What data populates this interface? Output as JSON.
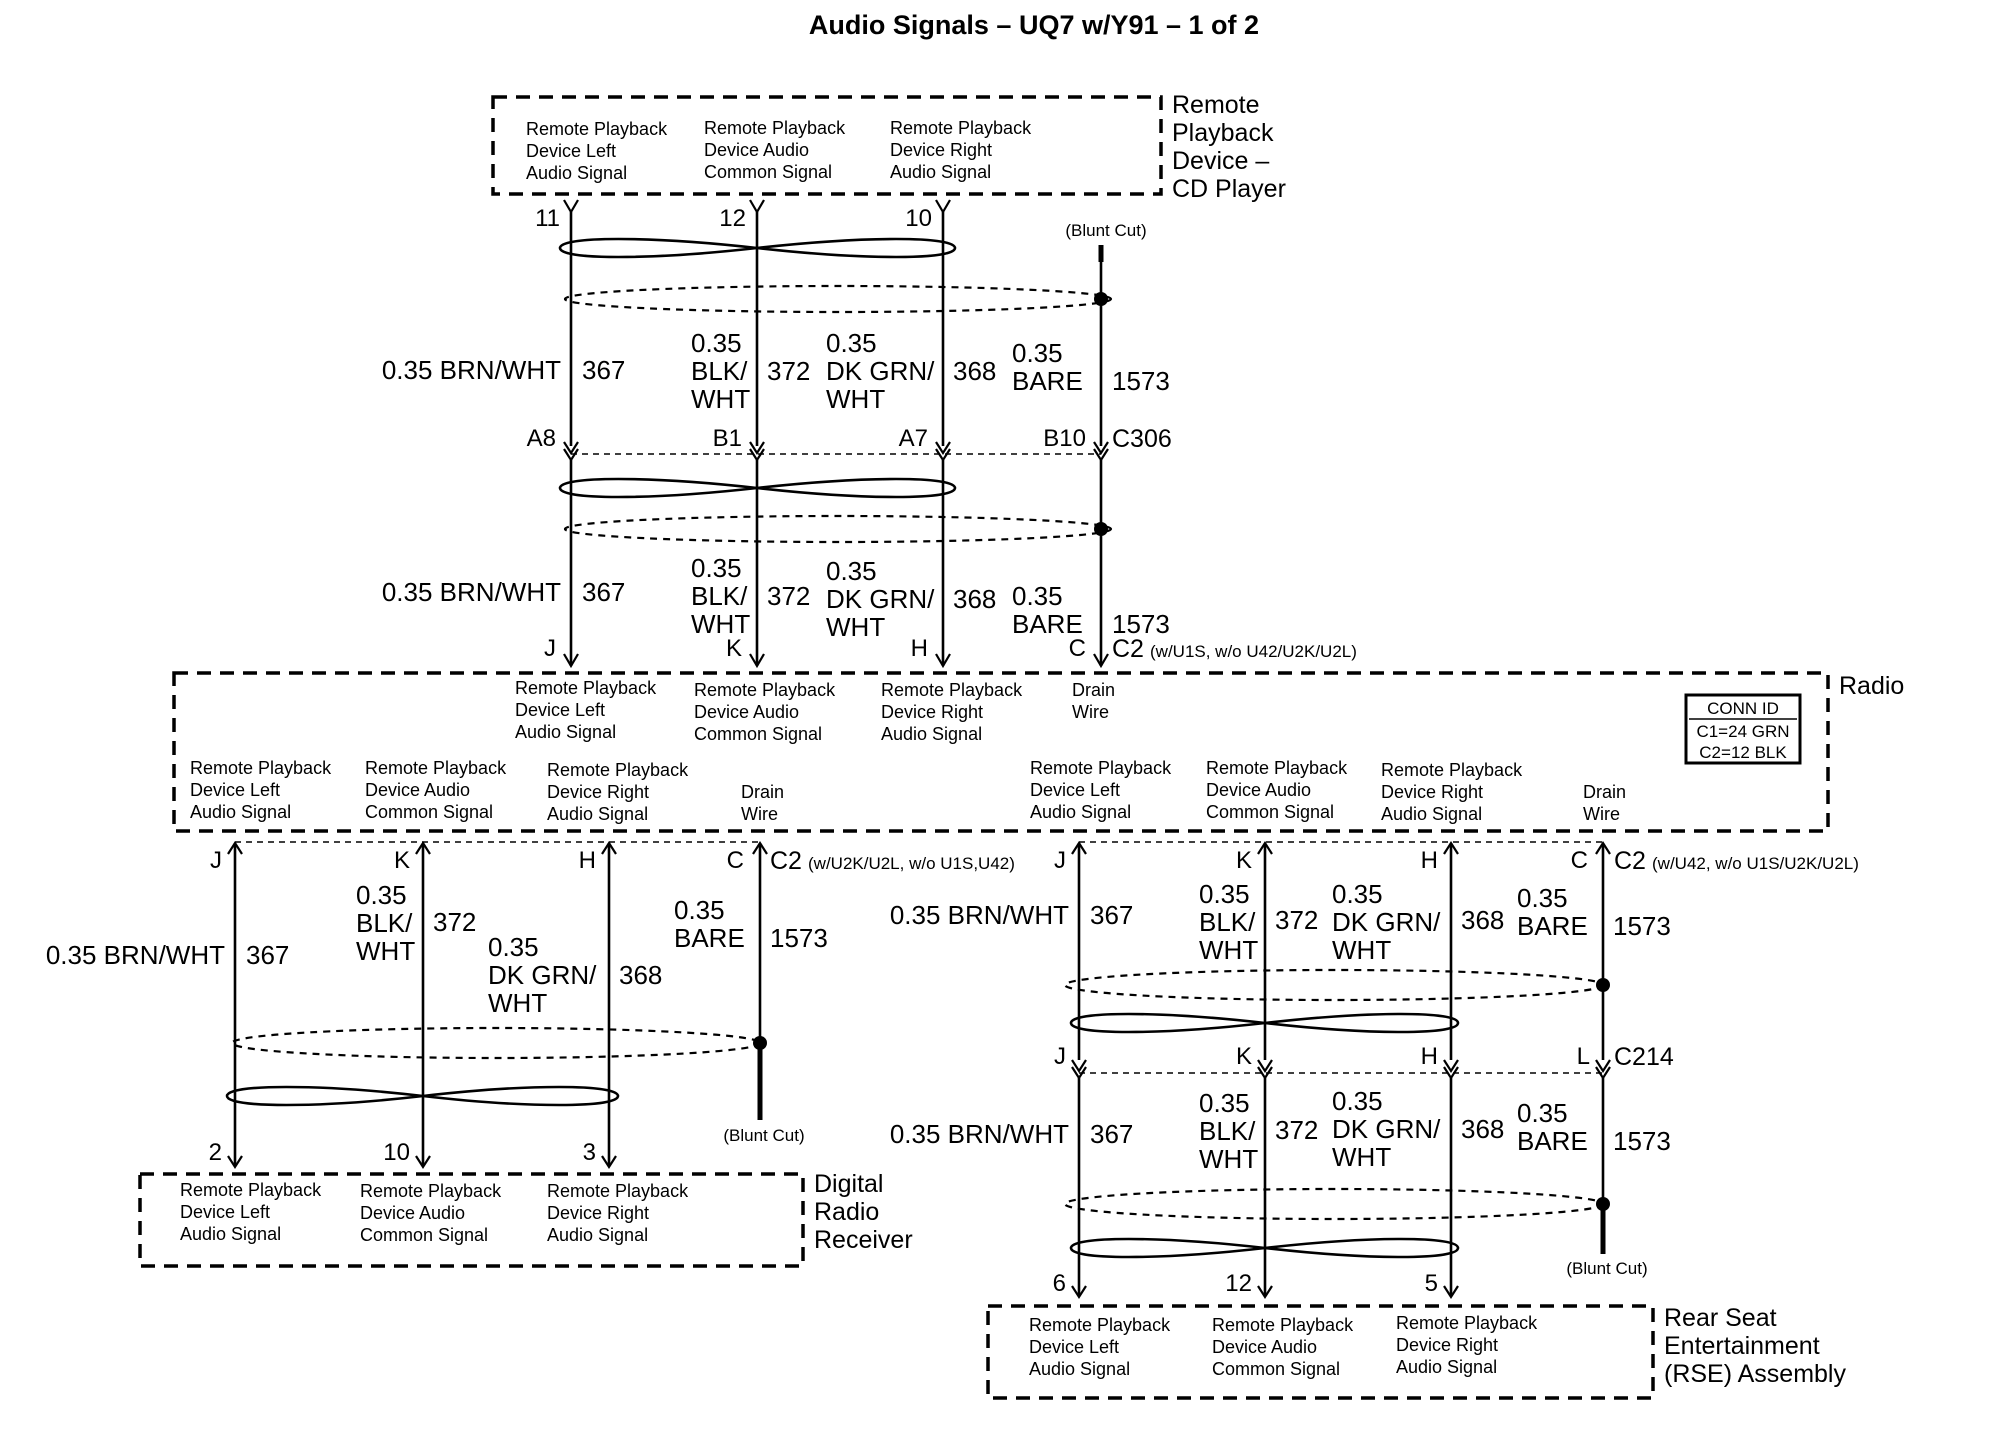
{
  "title": "Audio Signals – UQ7 w/Y91 – 1 of 2",
  "components": {
    "cd_player": {
      "name_lines": [
        "Remote",
        "Playback",
        "Device –",
        "CD Player"
      ],
      "labels": [
        [
          "Remote Playback",
          "Device Left",
          "Audio Signal"
        ],
        [
          "Remote Playback",
          "Device Audio",
          "Common Signal"
        ],
        [
          "Remote Playback",
          "Device Right",
          "Audio Signal"
        ]
      ]
    },
    "radio": {
      "name": "Radio",
      "conn_id": {
        "header": "CONN ID",
        "c1": "C1=24 GRN",
        "c2": "C2=12 BLK"
      },
      "top_labels": [
        [
          "Remote Playback",
          "Device Left",
          "Audio Signal"
        ],
        [
          "Remote Playback",
          "Device Audio",
          "Common Signal"
        ],
        [
          "Remote Playback",
          "Device Right",
          "Audio Signal"
        ],
        [
          "Drain",
          "Wire"
        ]
      ],
      "bottom_left_labels": [
        [
          "Remote Playback",
          "Device Left",
          "Audio Signal"
        ],
        [
          "Remote Playback",
          "Device Audio",
          "Common Signal"
        ],
        [
          "Remote Playback",
          "Device Right",
          "Audio Signal"
        ],
        [
          "Drain",
          "Wire"
        ]
      ],
      "bottom_right_labels": [
        [
          "Remote Playback",
          "Device Left",
          "Audio Signal"
        ],
        [
          "Remote Playback",
          "Device Audio",
          "Common Signal"
        ],
        [
          "Remote Playback",
          "Device Right",
          "Audio Signal"
        ],
        [
          "Drain",
          "Wire"
        ]
      ]
    },
    "digital_radio": {
      "name_lines": [
        "Digital",
        "Radio",
        "Receiver"
      ],
      "labels": [
        [
          "Remote Playback",
          "Device Left",
          "Audio Signal"
        ],
        [
          "Remote Playback",
          "Device Audio",
          "Common Signal"
        ],
        [
          "Remote Playback",
          "Device Right",
          "Audio Signal"
        ]
      ]
    },
    "rse": {
      "name_lines": [
        "Rear Seat",
        "Entertainment",
        "(RSE) Assembly"
      ],
      "labels": [
        [
          "Remote Playback",
          "Device Left",
          "Audio Signal"
        ],
        [
          "Remote Playback",
          "Device Audio",
          "Common Signal"
        ],
        [
          "Remote Playback",
          "Device Right",
          "Audio Signal"
        ]
      ]
    }
  },
  "pins": {
    "cd_player": [
      "11",
      "12",
      "10"
    ],
    "c306": [
      "A8",
      "B1",
      "A7",
      "B10"
    ],
    "radio_top": [
      "J",
      "K",
      "H",
      "C"
    ],
    "radio_bl": [
      "J",
      "K",
      "H",
      "C"
    ],
    "radio_br": [
      "J",
      "K",
      "H",
      "C"
    ],
    "c214": [
      "J",
      "K",
      "H",
      "L"
    ],
    "digital_radio": [
      "2",
      "10",
      "3"
    ],
    "rse": [
      "6",
      "12",
      "5"
    ]
  },
  "connectors": {
    "c306": "C306",
    "c214": "C214",
    "c2_top": {
      "name": "C2",
      "note": "(w/U1S, w/o U42/U2K/U2L)"
    },
    "c2_bl": {
      "name": "C2",
      "note": "(w/U2K/U2L, w/o U1S,U42)"
    },
    "c2_br": {
      "name": "C2",
      "note": "(w/U42, w/o U1S/U2K/U2L)"
    }
  },
  "wires": {
    "brn": {
      "gauge_color": "0.35 BRN/WHT",
      "circuit": "367"
    },
    "blk": {
      "gauge": "0.35",
      "color": [
        "BLK/",
        "WHT"
      ],
      "circuit": "372"
    },
    "grn": {
      "gauge": "0.35",
      "color": [
        "DK GRN/",
        "WHT"
      ],
      "circuit": "368"
    },
    "bare": {
      "gauge": "0.35",
      "color": "BARE",
      "circuit": "1573"
    }
  },
  "blunt_cut": "(Blunt Cut)"
}
